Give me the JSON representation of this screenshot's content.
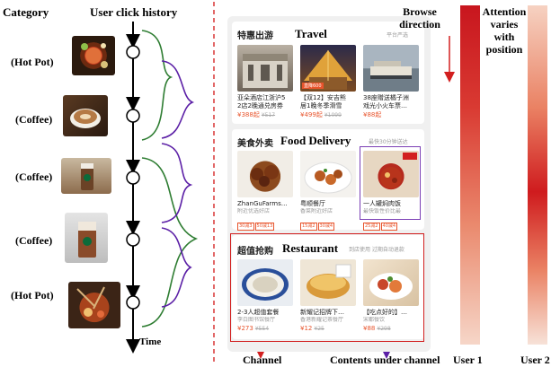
{
  "headers": {
    "category": "Category",
    "click_history": "User click history",
    "browse_direction": "Browse direction",
    "attention": "Attention varies with position",
    "time": "Time"
  },
  "categories": [
    "(Hot Pot)",
    "(Coffee)",
    "(Coffee)",
    "(Coffee)",
    "(Hot Pot)"
  ],
  "panels": {
    "travel": {
      "cn": "特惠出游",
      "en": "Travel",
      "note": "平台严选",
      "cards": [
        {
          "title": "亚朵酒店江浙沪5",
          "sub": "2店2晚通兑房券",
          "price": "¥388起",
          "old": "¥517"
        },
        {
          "title": "【双12】安吉熊",
          "sub": "居1晚冬季滑雪",
          "price": "¥499起",
          "old": "¥1099",
          "badge": "直降600"
        },
        {
          "title": "38座赠送橘子洲",
          "sub": "戏光小火车票…",
          "price": "¥88起",
          "old": ""
        }
      ]
    },
    "food": {
      "cn": "美食外卖",
      "en": "Food Delivery",
      "note": "最快30分钟送达",
      "cards": [
        {
          "title": "ZhanGuFarms…",
          "sub": "附近优选好店",
          "tags": [
            "30减3",
            "50减13"
          ]
        },
        {
          "title": "粤顺餐厅",
          "sub": "香菜附近好店",
          "tags": [
            "15减2",
            "30减4"
          ]
        },
        {
          "title": "一人罐焖肉饭",
          "sub": "最快饭性价比最",
          "tags": [
            "25减2",
            "40减4"
          ]
        }
      ]
    },
    "restaurant": {
      "cn": "超值抢购",
      "en": "Restaurant",
      "note": "到店使用 过期自动退款",
      "cards": [
        {
          "title": "2-3人超值套餐",
          "sub": "李白图书馆餐厅",
          "price": "¥273",
          "old": "¥554"
        },
        {
          "title": "新耀记招牌下…",
          "sub": "香港新耀记茶餐厅",
          "price": "¥12",
          "old": "¥25"
        },
        {
          "title": "【吃点好的】…",
          "sub": "宋都餐饮",
          "price": "¥88",
          "old": "¥298"
        }
      ]
    }
  },
  "bottom_labels": {
    "channel": "Channel",
    "contents": "Contents under channel",
    "user1": "User 1",
    "user2": "User 2"
  },
  "colors": {
    "green_brace": "#2e7d32",
    "purple_brace": "#5b1fa6",
    "red_box": "#d21f1f",
    "purple_box": "#7b3fb5",
    "divider": "#d62828",
    "price": "#e8542c"
  }
}
